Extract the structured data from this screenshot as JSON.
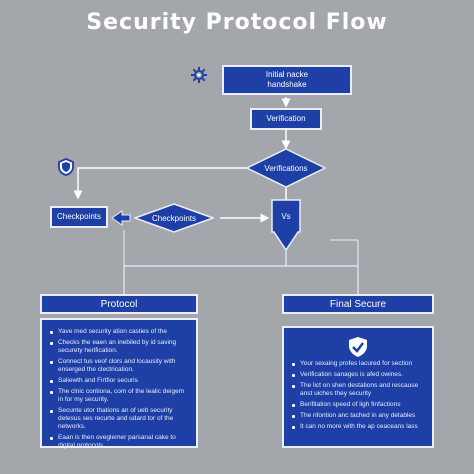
{
  "title": "Security Protocol Flow",
  "nodes": {
    "initial": "Initial nacke handshake",
    "verification": "Verification",
    "verifications": "Verifications",
    "checkpoints_box": "Checkpoints",
    "checkpoints_diamond": "Checkpoints",
    "vs": "Vs"
  },
  "protocol": {
    "header": "Protocol",
    "items": [
      "Yave med security ation casties of the",
      "Checks the eaen an inebiled by id saving securety herification.",
      "Connect tus veof clors and locausity with enserged the clectrication.",
      "Saliewth and Firtfior securis",
      "The clnic contiona, com of the lealic deigem in for my security.",
      "Secunte utor thations an of ueb security detesus ses recurte and udard tor of the networks.",
      "Eaan is then oveglemer parsanal cake to digital protocols"
    ]
  },
  "final": {
    "header": "Final Secure",
    "items": [
      "Your sexaing profes lacured for section",
      "Verification sanages is afed owines.",
      "The lict on shen destations and rescause anst uiches they security",
      "Berifitation speed of ligh finfactions",
      "The nfontion anc tached in any detables",
      "It can no more with the ap ceaceans lass"
    ]
  },
  "colors": {
    "background": "#a3a6ab",
    "box_fill": "#1d3fa6",
    "box_border": "#e9eef8",
    "connector": "#ffffff"
  },
  "icons": [
    "gear-icon",
    "shield-icon",
    "shield-check-icon"
  ]
}
